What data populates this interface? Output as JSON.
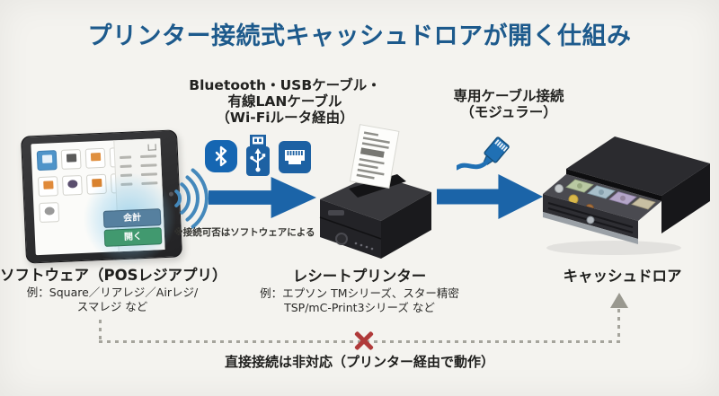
{
  "title": "プリンター接続式キャッシュドロアが開く仕組み",
  "connection_left": {
    "line1": "Bluetooth・USBケーブル・",
    "line2": "有線LANケーブル",
    "line3": "（Wi-Fiルータ経由）",
    "note": "※接続可否はソフトウェアによる"
  },
  "connection_right": {
    "line1": "専用ケーブル接続",
    "line2": "（モジュラー）"
  },
  "tablet": {
    "checkout_button": "会計",
    "open_button": "開く"
  },
  "labels": {
    "software": {
      "title": "ソフトウェア（POSレジアプリ）",
      "example_line1": "例：Square／リアレジ／Airレジ/",
      "example_line2": "スマレジ など"
    },
    "printer": {
      "title": "レシートプリンター",
      "example_line1": "例：エプソン TMシリーズ、スター精密",
      "example_line2": "TSP/mC-Print3シリーズ など"
    },
    "drawer": {
      "title": "キャッシュドロア"
    }
  },
  "bottom": {
    "note": "直接接続は非対応（プリンター経由で動作）"
  },
  "icons": {
    "wifi": "wifi-signal-icon",
    "bluetooth": "bluetooth-icon",
    "usb": "usb-plug-icon",
    "lan": "lan-port-icon",
    "modular_cable": "modular-cable-icon",
    "arrow_right": "arrow-right-icon",
    "arrow_up": "arrow-up-icon",
    "x_mark": "x-mark-icon"
  },
  "colors": {
    "background": "#f4f3ef",
    "title_blue": "#1d5a8c",
    "accent_blue": "#1b64a8",
    "wifi_blue": "#4488bb",
    "x_red": "#b03a3a",
    "dash_gray": "#a5a49c",
    "checkout_button": "#56809f",
    "open_button": "#41996f"
  }
}
